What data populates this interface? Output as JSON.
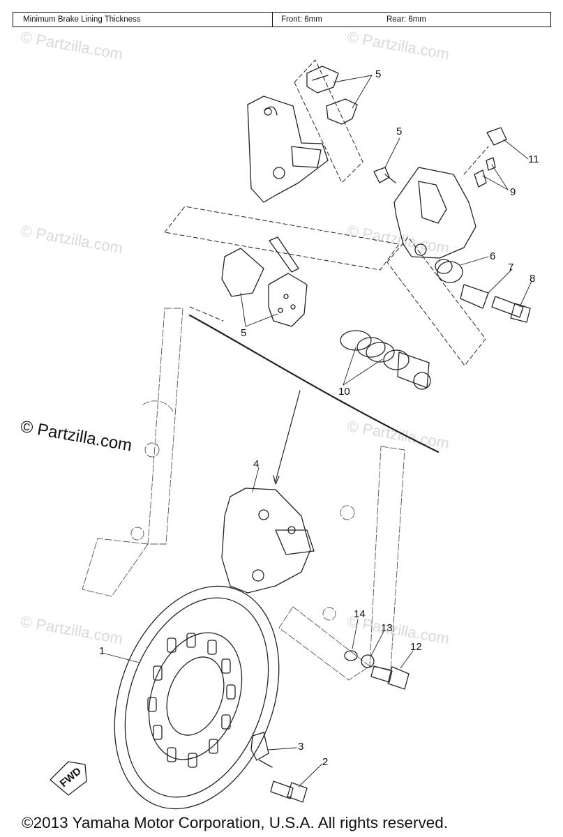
{
  "spec": {
    "label": "Minimum Brake Lining Thickness",
    "front": "Front: 6mm",
    "rear": "Rear: 6mm"
  },
  "watermark": {
    "main": "© Partzilla.com",
    "faint": "© Partzilla.com"
  },
  "callouts": {
    "c1": "1",
    "c2": "2",
    "c3": "3",
    "c4": "4",
    "c5a": "5",
    "c5b": "5",
    "c5c": "5",
    "c6": "6",
    "c7": "7",
    "c8": "8",
    "c9": "9",
    "c10": "10",
    "c11": "11",
    "c12": "12",
    "c13": "13",
    "c14": "14"
  },
  "fwd_label": "FWD",
  "copyright": "©2013  Yamaha Motor Corporation, U.S.A. All rights reserved."
}
